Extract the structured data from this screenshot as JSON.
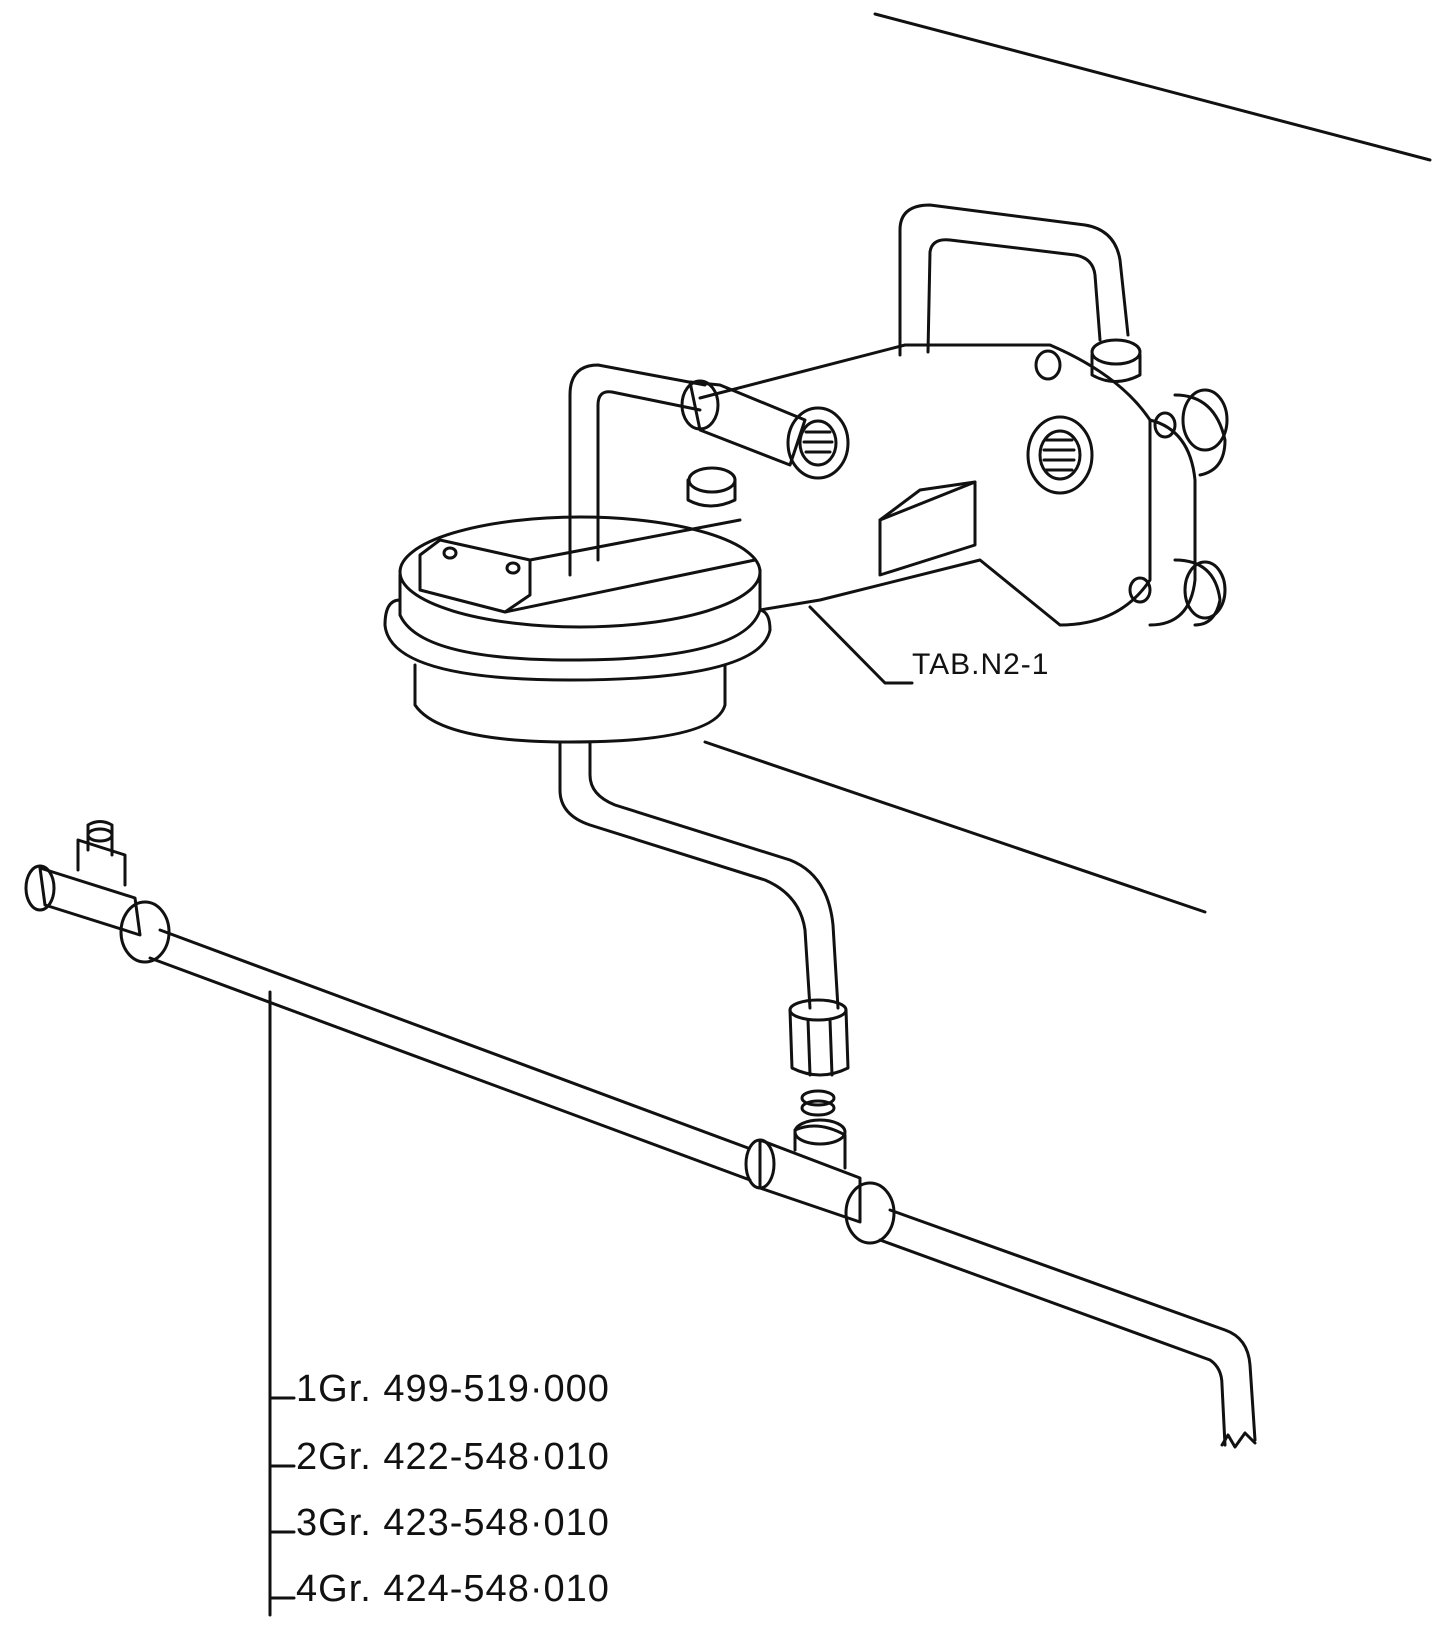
{
  "callouts": {
    "reference_label": "TAB.N2-1",
    "part_numbers": [
      "1Gr. 499-519·000",
      "2Gr. 422-548·010",
      "3Gr. 423-548·010",
      "4Gr. 424-548·010"
    ]
  },
  "colors": {
    "ink": "#111111",
    "paper": "#ffffff"
  }
}
